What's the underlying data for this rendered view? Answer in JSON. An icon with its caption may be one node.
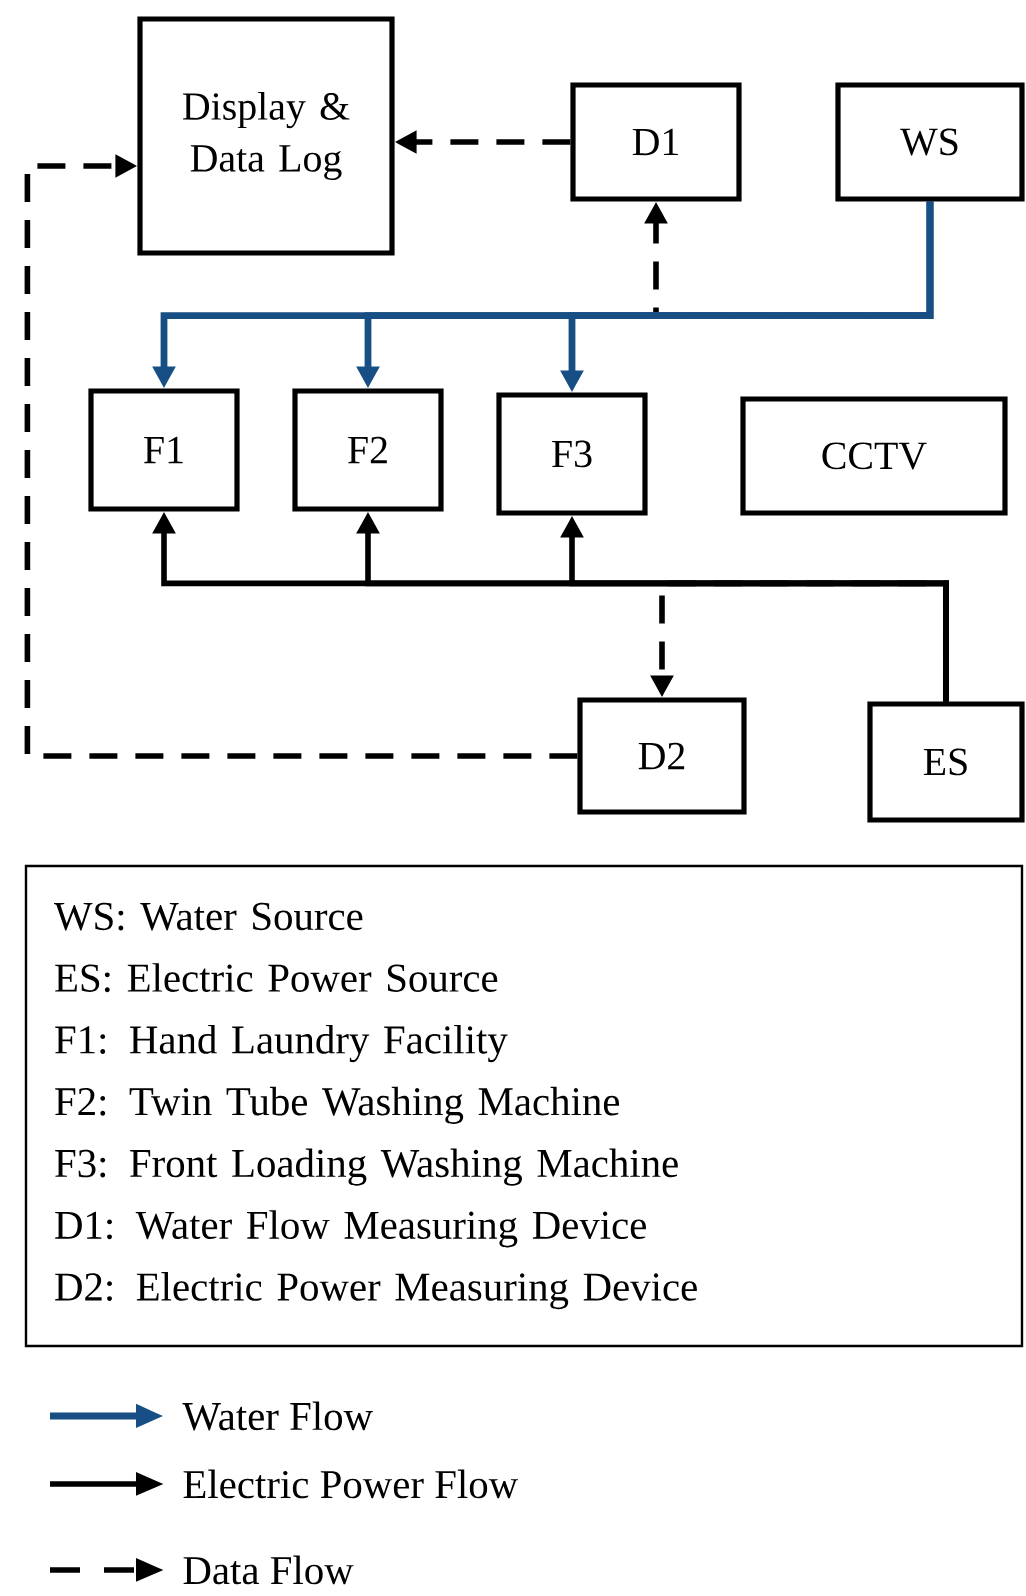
{
  "diagram": {
    "nodes": [
      {
        "text": [
          "Display & Data Log"
        ]
      },
      {
        "text": [
          "D1"
        ]
      },
      {
        "text": [
          "WS"
        ]
      },
      {
        "text": [
          "F1"
        ]
      },
      {
        "text": [
          "F2"
        ]
      },
      {
        "text": [
          "F3"
        ]
      },
      {
        "text": [
          "CCTV"
        ]
      },
      {
        "text": [
          "D2"
        ]
      },
      {
        "text": [
          "ES"
        ]
      },
      {
        "text": [
          "WS: Water Source",
          "ES: Electric Power Source",
          "F1: Hand Laundry Facility",
          "F2: Twin Tube Washing Machine",
          "F3: Front Loading Washing Machine",
          "D1: Water Flow Measuring Device",
          "D2: Electric Power Measuring Device"
        ]
      }
    ],
    "edges": [
      {
        "from": 2,
        "to": 3,
        "arrow": "to",
        "color": "#174f85"
      },
      {
        "from": 2,
        "to": 4,
        "arrow": "to",
        "color": "#174f85"
      },
      {
        "from": 2,
        "to": 5,
        "arrow": "to",
        "color": "#174f85"
      },
      {
        "from": 2,
        "to": 1,
        "arrow": "to",
        "style": "dashed"
      },
      {
        "from": 1,
        "to": 0,
        "arrow": "to",
        "style": "dashed"
      },
      {
        "from": 8,
        "to": 3,
        "arrow": "to"
      },
      {
        "from": 8,
        "to": 4,
        "arrow": "to"
      },
      {
        "from": 8,
        "to": 5,
        "arrow": "to"
      },
      {
        "from": 8,
        "to": 7,
        "arrow": "to",
        "style": "dashed"
      },
      {
        "from": 7,
        "to": 0,
        "arrow": "to",
        "style": "dashed"
      }
    ],
    "legend": [
      {
        "text": "Water Flow"
      },
      {
        "text": "Electric Power Flow"
      },
      {
        "text": "Data Flow"
      }
    ]
  }
}
